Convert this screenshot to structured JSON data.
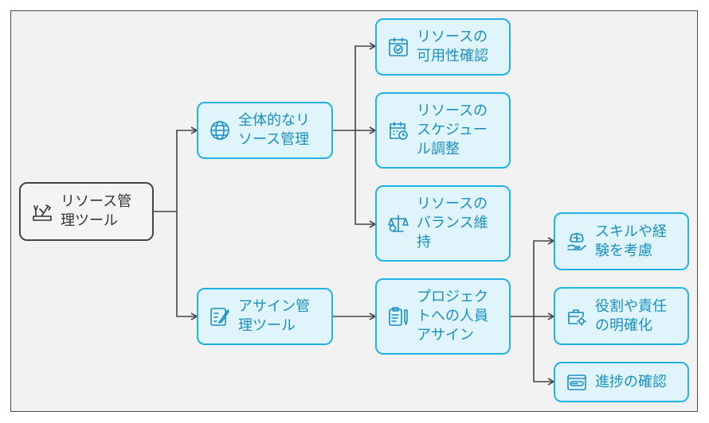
{
  "root": {
    "label": "リソース管\n理ツール",
    "icon": "tools-icon"
  },
  "branches": [
    {
      "label": "全体的なリ\nソース管理",
      "icon": "globe-icon",
      "children": [
        {
          "label": "リソースの\n可用性確認",
          "icon": "calendar-check-icon"
        },
        {
          "label": "リソースの\nスケジュー\nル調整",
          "icon": "calendar-clock-icon"
        },
        {
          "label": "リソースの\nバランス維\n持",
          "icon": "balance-scale-icon"
        }
      ]
    },
    {
      "label": "アサイン管\n理ツール",
      "icon": "edit-checklist-icon",
      "child": {
        "label": "プロジェク\nトへの人員\nアサイン",
        "icon": "clipboard-pen-icon",
        "children": [
          {
            "label": "スキルや経\n験を考慮",
            "icon": "brain-hand-icon"
          },
          {
            "label": "役割や責任\nの明確化",
            "icon": "briefcase-gear-icon"
          },
          {
            "label": "進捗の確認",
            "icon": "progress-bar-icon"
          }
        ]
      }
    }
  ],
  "colors": {
    "node_fill": "#e0f4fb",
    "node_border": "#21b3e3",
    "node_text": "#1a8fc2",
    "root_border": "#454545",
    "line": "#454545"
  }
}
